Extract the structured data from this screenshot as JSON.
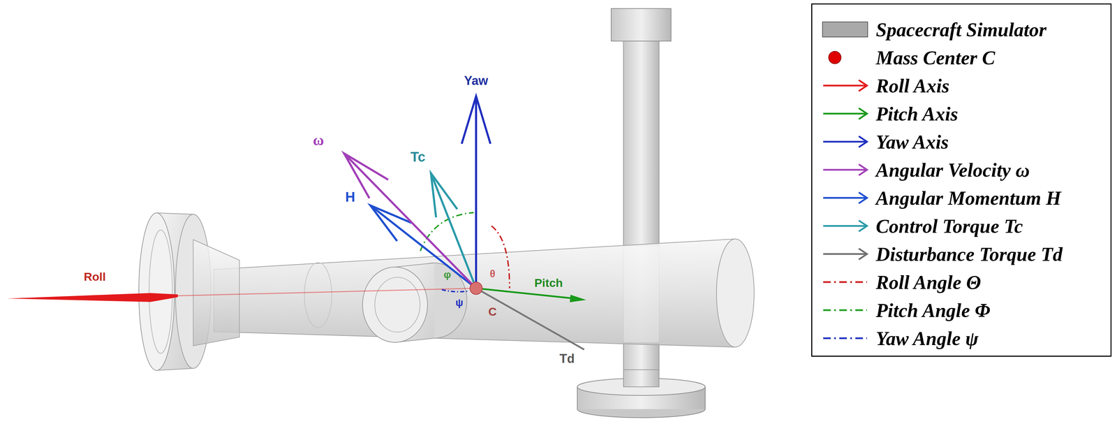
{
  "diagram": {
    "labels": [
      "Yaw",
      "ω",
      "Tc",
      "H",
      "Roll",
      "φ",
      "ψ",
      "θ",
      "Pitch",
      "C",
      "Td"
    ],
    "legend": [
      {
        "text": "Spacecraft Simulator",
        "color": "#a9a9a9"
      },
      {
        "text": "Mass Center C"
      },
      {
        "text": "Roll Axis"
      },
      {
        "text": "Pitch Axis"
      },
      {
        "text": "Yaw Axis"
      },
      {
        "text": "Angular Velocity ω"
      },
      {
        "text": "Angular Momentum H"
      },
      {
        "text": "Control Torque Tc"
      },
      {
        "text": "Disturbance Torque Td"
      },
      {
        "text": "Roll Angle Θ"
      },
      {
        "text": "Pitch Angle Φ"
      },
      {
        "text": "Yaw Angle ψ"
      }
    ]
  }
}
